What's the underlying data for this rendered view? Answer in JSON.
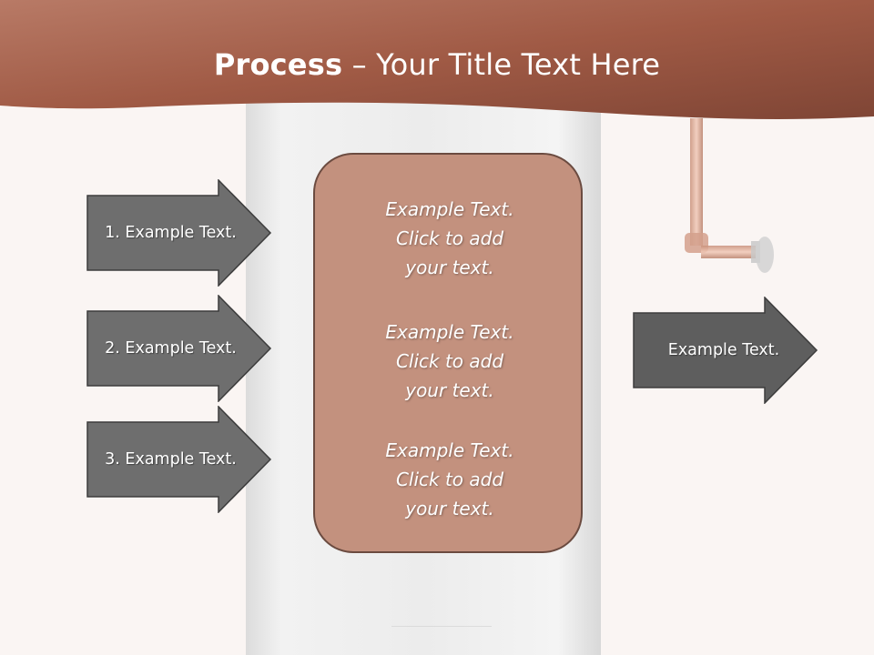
{
  "slide": {
    "title_bold": "Process",
    "title_rest": " – Your Title Text Here",
    "colors": {
      "header": "#a8614c",
      "panel": "#c3917e",
      "arrow": "#6e6e6e",
      "text": "#ffffff"
    }
  },
  "left_arrows": [
    {
      "label": "1. Example Text."
    },
    {
      "label": "2. Example Text."
    },
    {
      "label": "3. Example Text."
    }
  ],
  "center_panel": {
    "blocks": [
      {
        "text": "Example Text.\nClick  to add\nyour text."
      },
      {
        "text": "Example Text.\nClick  to add\nyour text."
      },
      {
        "text": "Example Text.\nClick  to add\nyour text."
      }
    ]
  },
  "right_arrow": {
    "label": "Example Text."
  }
}
